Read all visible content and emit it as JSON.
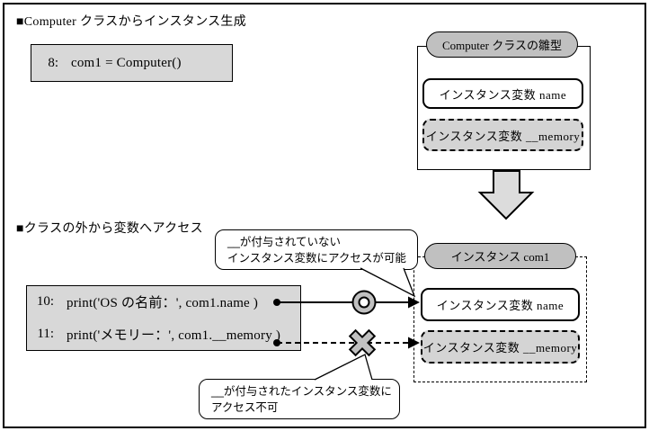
{
  "headings": {
    "create": "■Computer クラスからインスタンス生成",
    "access": "■クラスの外から変数へアクセス"
  },
  "code_create": {
    "lines": [
      {
        "no": "8:",
        "code": "com1 = Computer()"
      }
    ]
  },
  "code_access": {
    "lines": [
      {
        "no": "10:",
        "code": "print('OS の名前：', com1.name )"
      },
      {
        "no": "11:",
        "code": "print('メモリー：', com1.__memory )"
      }
    ]
  },
  "class_template": {
    "title": "Computer クラスの雛型",
    "var_name": "インスタンス変数 name",
    "var_memory": "インスタンス変数 __memory"
  },
  "instance": {
    "title": "インスタンス com1",
    "var_name": "インスタンス変数 name",
    "var_memory": "インスタンス変数 __memory"
  },
  "callout_allowed": {
    "line1": "__が付与されていない",
    "line2": "インスタンス変数にアクセスが可能"
  },
  "callout_denied": {
    "line1": "__が付与されたインスタンス変数に",
    "line2": "アクセス不可"
  },
  "symbols": {
    "allowed_mark": "circle-ok-mark",
    "denied_mark": "x-ng-mark",
    "flow": "big-down-arrow"
  },
  "colors": {
    "box_gray": "#d8d8d8",
    "pill_gray": "#c0c0c0",
    "var_private_gray": "#d4d4d4",
    "line_black": "#000000",
    "background": "#ffffff"
  }
}
